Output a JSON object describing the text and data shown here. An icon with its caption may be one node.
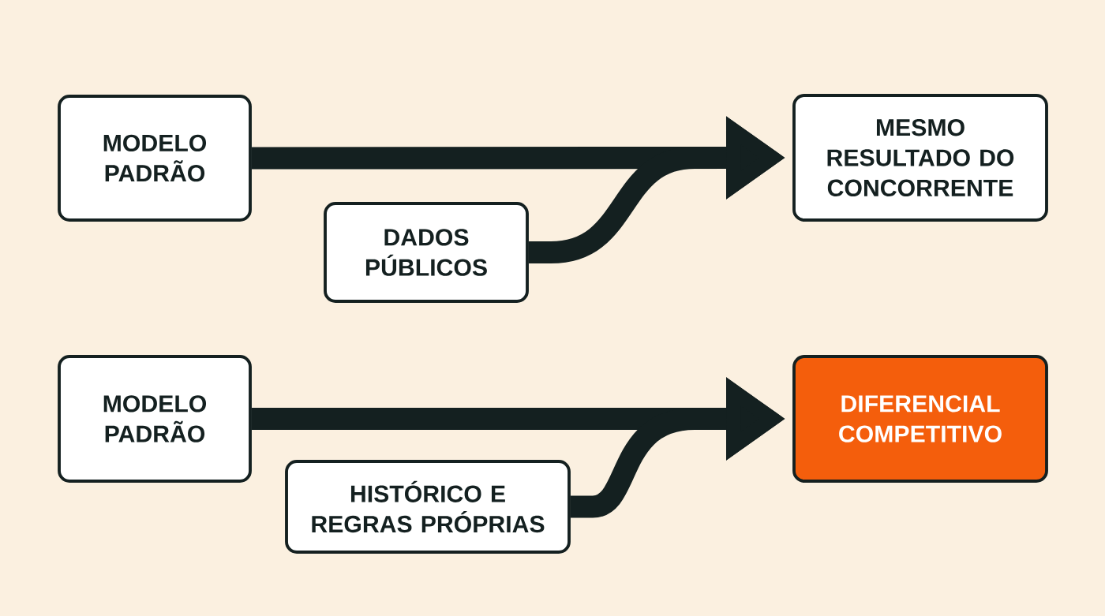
{
  "diagram": {
    "nodes": [
      {
        "text": [
          "MODELO PADRÃO"
        ]
      },
      {
        "text": [
          "DADOS PÚBLICOS"
        ]
      },
      {
        "text": [
          "MESMO RESULTADO DO CONCORRENTE"
        ]
      },
      {
        "text": [
          "MODELO PADRÃO"
        ]
      },
      {
        "text": [
          "HISTÓRICO E REGRAS PRÓPRIAS"
        ]
      },
      {
        "text": [
          "DIFERENCIAL COMPETITIVO"
        ]
      }
    ],
    "edges": [
      {
        "from": 0,
        "to": 2,
        "arrow": "to"
      },
      {
        "from": 1,
        "to": 2,
        "arrow": "to"
      },
      {
        "from": 3,
        "to": 5,
        "arrow": "to"
      },
      {
        "from": 4,
        "to": 5,
        "arrow": "to"
      }
    ]
  }
}
